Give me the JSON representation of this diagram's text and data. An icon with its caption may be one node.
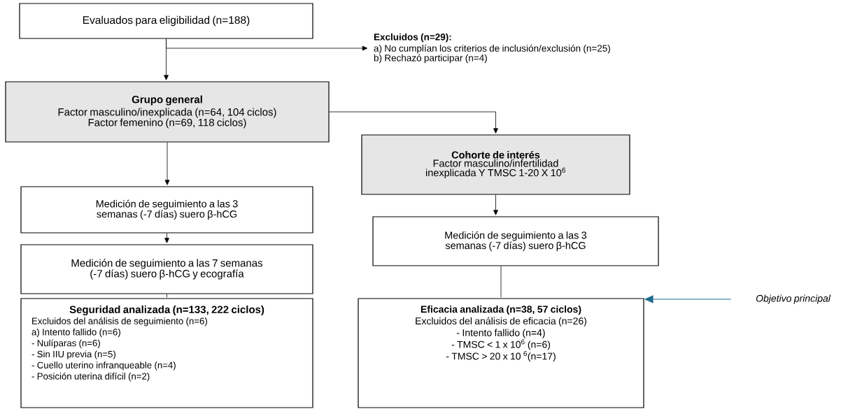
{
  "diagram": {
    "nodes": [
      {
        "text": [
          "Evaluados para eligibilidad (n=188)"
        ]
      },
      {
        "text": [
          "Excluidos (n=29):",
          "a) No cumplían los criterios de inclusión/exclusión (n=25)",
          "b) Rechazó participar (n=4)"
        ]
      },
      {
        "text": [
          "Grupo general",
          "Factor masculino/inexplicada (n=64, 104 ciclos)",
          "Factor femenino (n=69, 118 ciclos)"
        ]
      },
      {
        "text": [
          "Cohorte de interés",
          "Factor masculino/infertilidad inexplicada Y TMSC 1-20 X 10$^{6}$"
        ]
      },
      {
        "text": [
          "Medición de seguimiento a las 3 semanas (-7 días) suero β-hCG"
        ]
      },
      {
        "text": [
          "Medición de seguimiento a las 3 semanas (-7 días) suero β-hCG"
        ]
      },
      {
        "text": [
          "Medición de seguimiento a las 7 semanas (-7 días) suero β-hCG y ecografía"
        ]
      },
      {
        "text": [
          "Seguridad analizada (n=133, 222 ciclos)",
          "Excluidos del análisis de seguimiento (n=6)",
          "a) Intento fallido (n=6)",
          "- Nulíparas (n=6)",
          "- Sin IIU previa (n=5)",
          "- Cuello uterino infranqueable (n=4)",
          "- Posición uterina difícil (n=2)"
        ]
      },
      {
        "text": [
          "Eficacia analizada (n=38, 57 ciclos)",
          "Excluidos del análisis de eficacia (n=26)",
          "- Intento fallido (n=4)",
          "- TMSC < 1 x 10$^{6}$ (n=6)",
          "- TMSC > 20 x 10 $^{6}$(n=17)"
        ]
      },
      {
        "text": [
          "Objetivo principal"
        ]
      }
    ],
    "edges": [
      {
        "from": 0,
        "to": 1,
        "arrow": "to"
      },
      {
        "from": 0,
        "to": 2,
        "arrow": "to"
      },
      {
        "from": 2,
        "to": 3,
        "arrow": "to"
      },
      {
        "from": 2,
        "to": 4,
        "arrow": "to"
      },
      {
        "from": 4,
        "to": 6,
        "arrow": "to"
      },
      {
        "from": 6,
        "to": 7,
        "arrow": "none"
      },
      {
        "from": 3,
        "to": 5,
        "arrow": "to"
      },
      {
        "from": 5,
        "to": 8,
        "arrow": "none"
      },
      {
        "from": 9,
        "to": 8,
        "arrow": "to",
        "color": "#1f6b8e"
      }
    ]
  }
}
